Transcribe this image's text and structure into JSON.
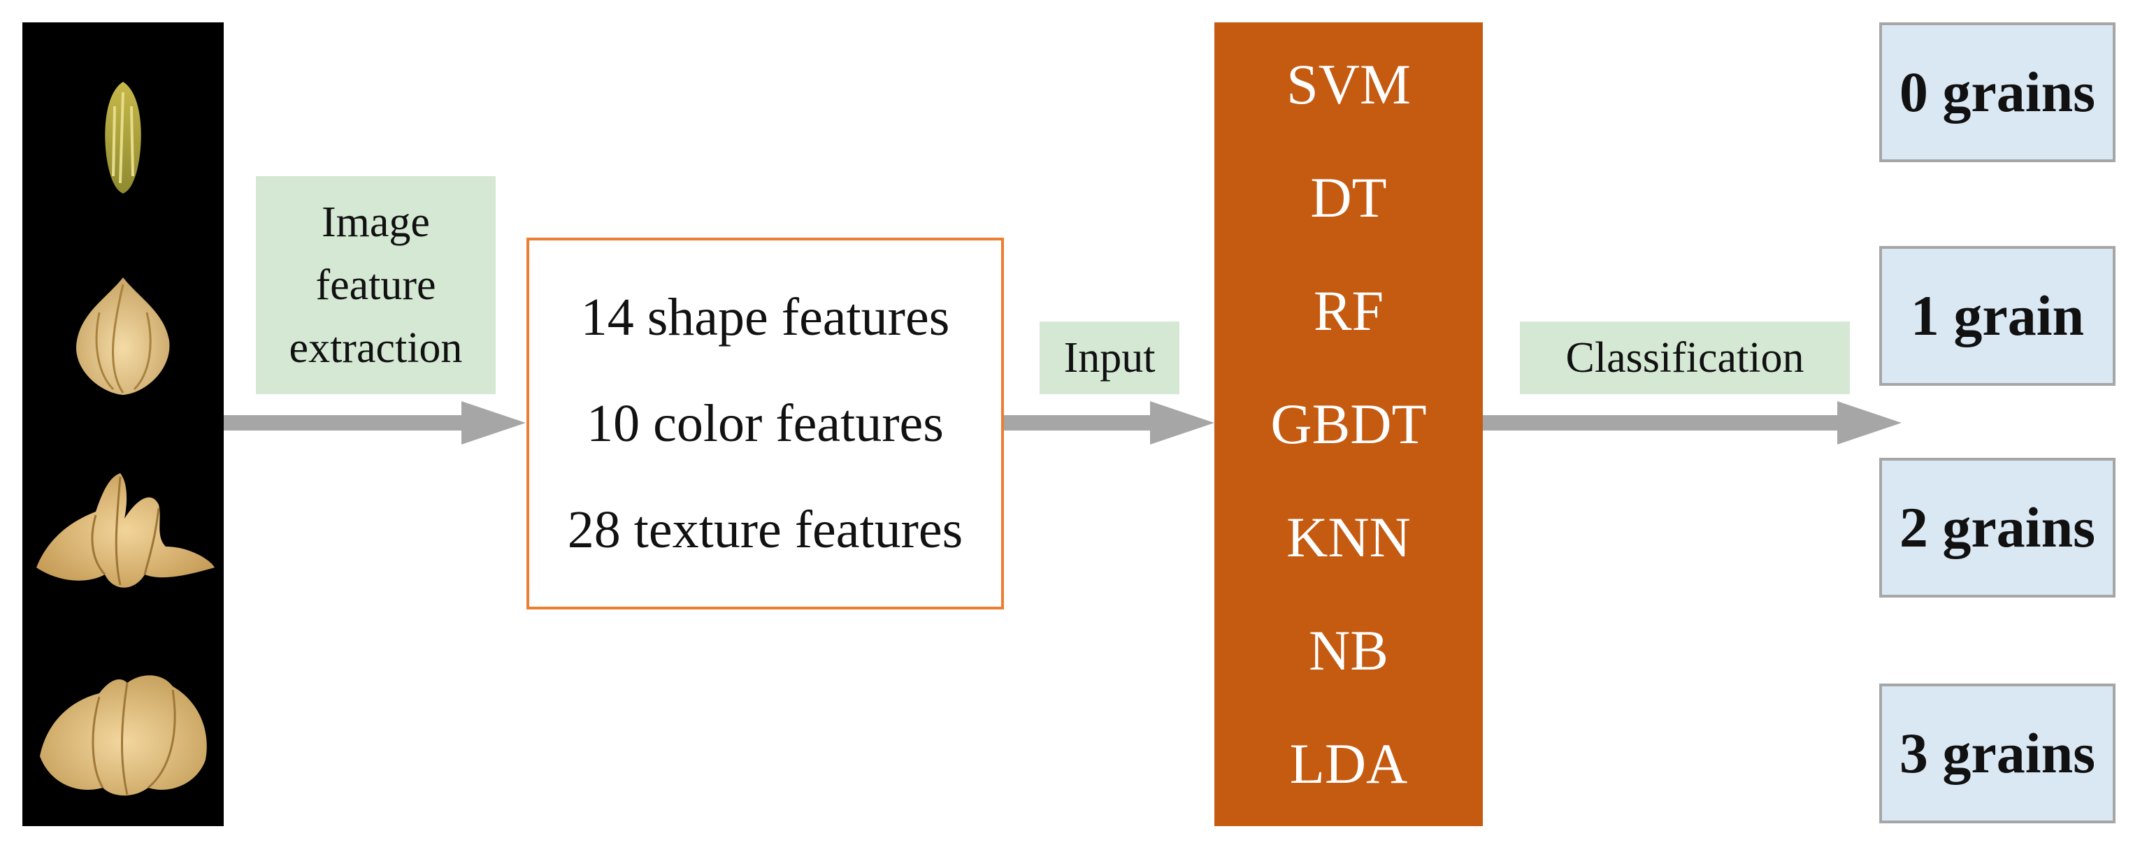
{
  "extraction_label": [
    "Image",
    "feature",
    "extraction"
  ],
  "input_label": "Input",
  "classification_label": "Classification",
  "features": [
    "14 shape features",
    "10 color features",
    "28 texture features"
  ],
  "models": [
    "SVM",
    "DT",
    "RF",
    "GBDT",
    "KNN",
    "NB",
    "LDA"
  ],
  "classes": [
    "0 grains",
    "1 grain",
    "2 grains",
    "3 grains"
  ],
  "colors": {
    "panel": "#000000",
    "label_green": "#d5e8d4",
    "features_border": "#ed7d31",
    "model_orange": "#c55a11",
    "class_blue": "#dae8f4",
    "arrow_gray": "#a6a6a6"
  }
}
